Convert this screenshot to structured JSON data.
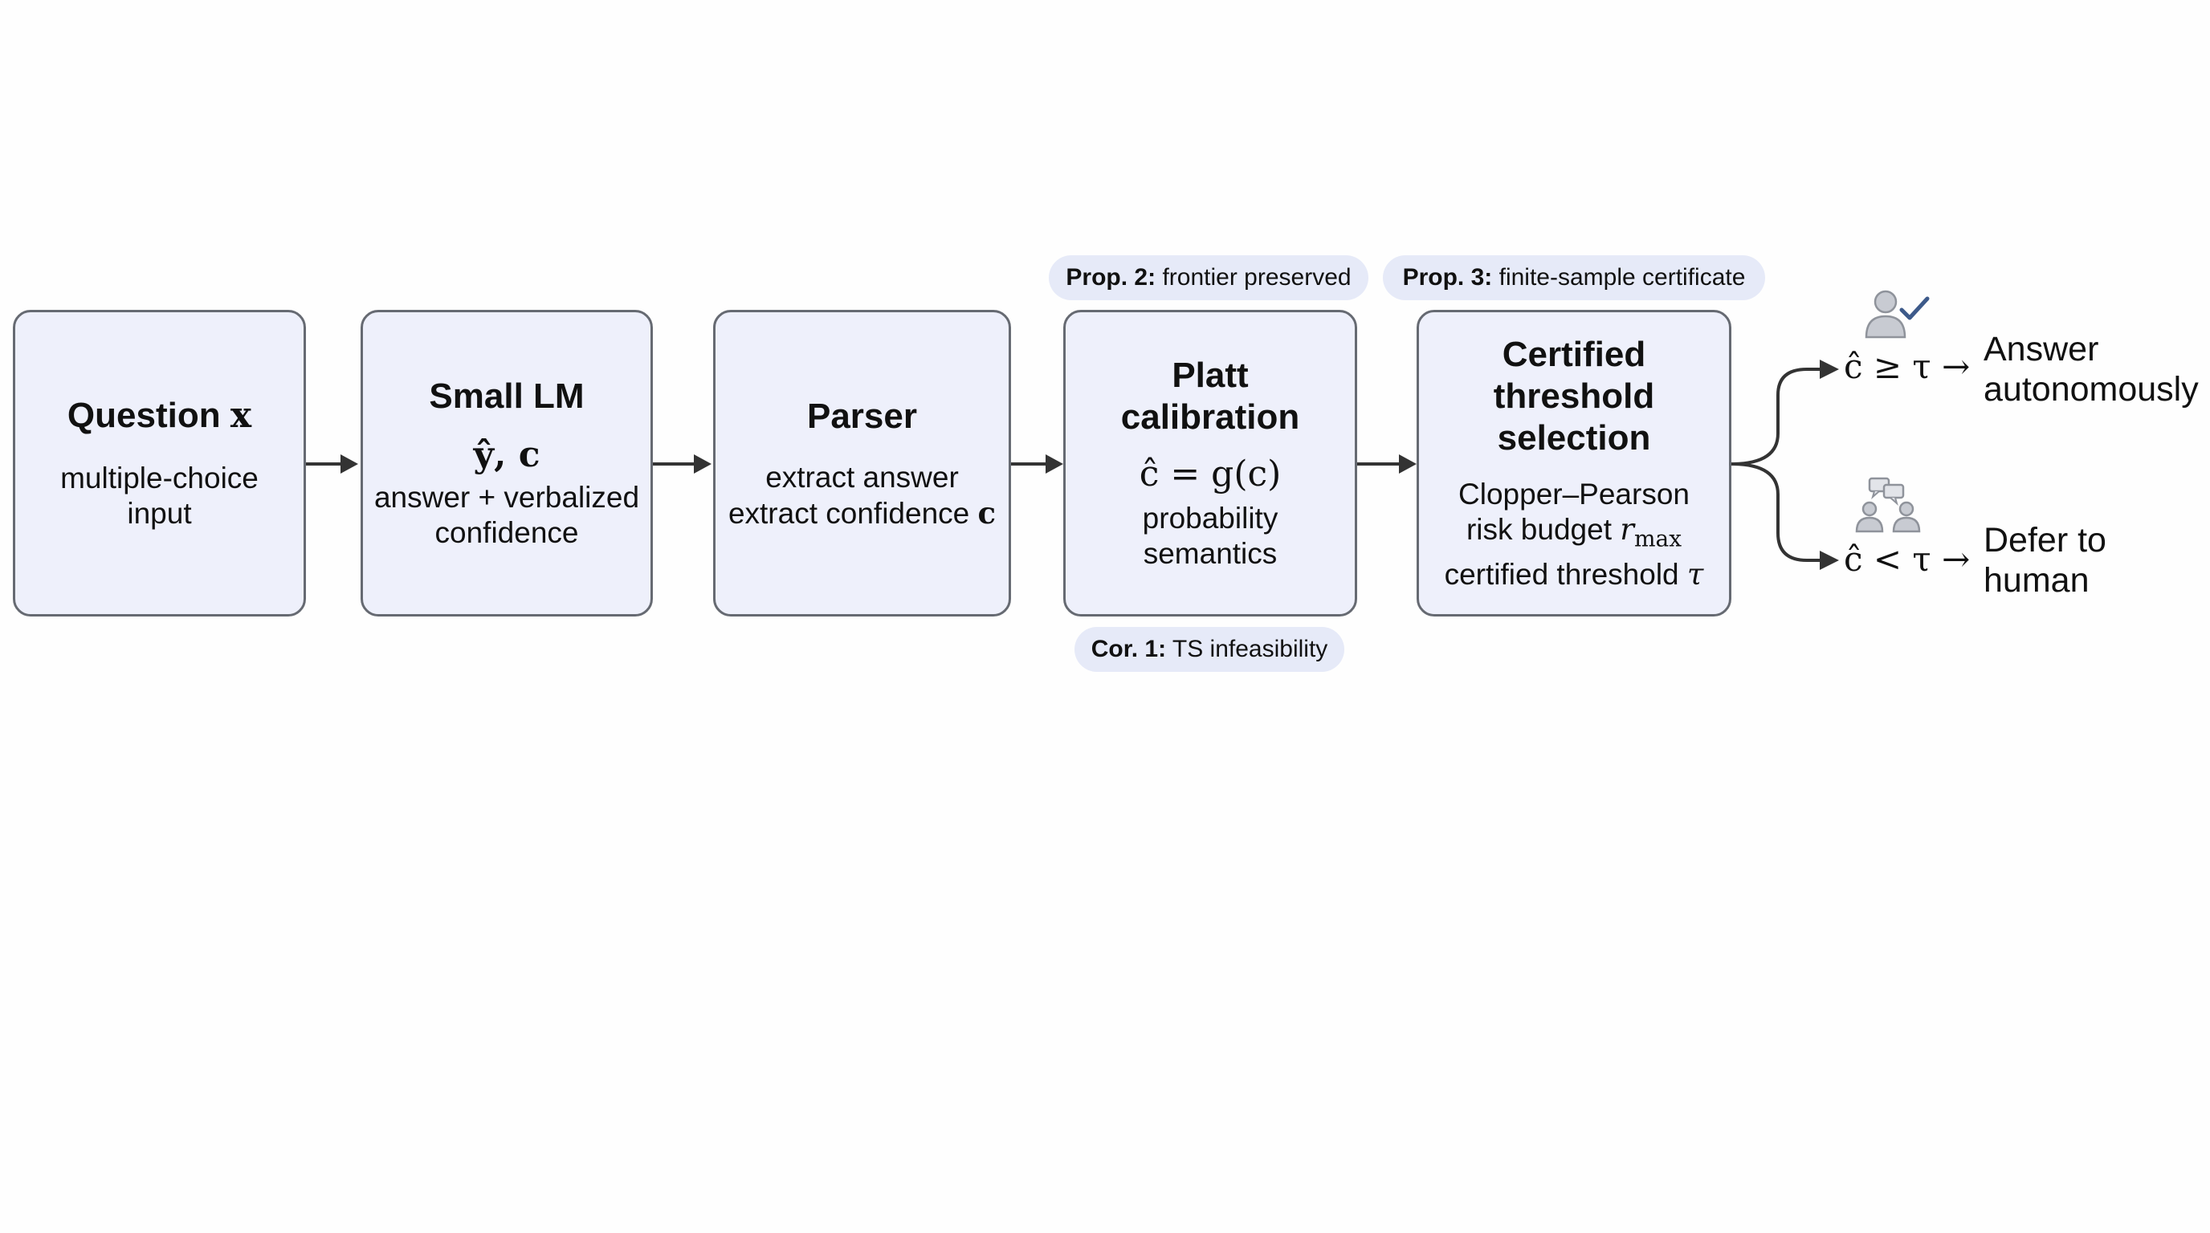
{
  "boxes": [
    {
      "title": "Question",
      "title_math": "x",
      "lines": [
        "multiple-choice",
        "input"
      ]
    },
    {
      "title": "Small LM",
      "math": "ŷ, c",
      "lines": [
        "answer + verbalized",
        "confidence"
      ]
    },
    {
      "title": "Parser",
      "lines": [
        "extract answer",
        "extract confidence"
      ],
      "line2_math": "c"
    },
    {
      "title_lines": [
        "Platt",
        "calibration"
      ],
      "math": "ĉ = g(c)",
      "lines": [
        "probability",
        "semantics"
      ]
    },
    {
      "title_lines": [
        "Certified",
        "threshold",
        "selection"
      ],
      "lines": [
        "Clopper–Pearson",
        "risk budget",
        "certified threshold"
      ],
      "risk_math": "r",
      "risk_sub": "max",
      "threshold_math": "τ"
    }
  ],
  "pills": {
    "prop2": {
      "bold": "Prop. 2:",
      "text": "frontier preserved"
    },
    "prop3": {
      "bold": "Prop. 3:",
      "text": "finite-sample certificate"
    },
    "cor1": {
      "bold": "Cor. 1:",
      "text": "TS infeasibility"
    }
  },
  "outcomes": {
    "accept": {
      "condition": "ĉ ≥ τ →",
      "label_lines": [
        "Answer",
        "autonomously"
      ],
      "icon": "person-check-icon"
    },
    "defer": {
      "condition": "ĉ < τ →",
      "label_lines": [
        "Defer to",
        "human"
      ],
      "icon": "people-chat-icon"
    }
  },
  "colors": {
    "box_fill": "#eef0fb",
    "box_border": "#666a72",
    "pill_fill": "#e6eaf8",
    "arrow": "#333333",
    "check": "#3d5a8a",
    "icon_gray": "#9a9ea6"
  }
}
